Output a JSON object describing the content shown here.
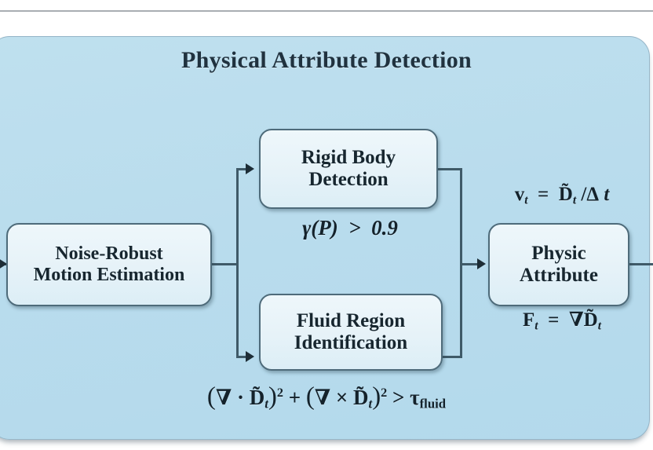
{
  "figure": {
    "title": "Physical Attribute Detection",
    "type": "flow-diagram",
    "palette": {
      "panel_background": "#b9dced",
      "box_fill": "#e9f3f9",
      "box_border": "#4e6b7a",
      "connector": "#3f5a68",
      "text": "#17262f"
    }
  },
  "nodes": {
    "motion_estimation": {
      "line1": "Noise-Robust",
      "line2": "Motion Estimation"
    },
    "rigid_body": {
      "line1": "Rigid Body",
      "line2": "Detection"
    },
    "fluid_region": {
      "line1": "Fluid Region",
      "line2": "Identification"
    },
    "physic_attribute": {
      "line1": "Physic",
      "line2": "Attribute"
    }
  },
  "formulas": {
    "rigid_threshold": {
      "label": "γ(P)  >  0.9",
      "gamma": "γ",
      "arg": "(P)",
      "relation": ">",
      "value": "0.9"
    },
    "velocity": {
      "label": "v_t  =  D̃_t / Δt",
      "lhs_sym": "v",
      "lhs_sub": "t",
      "relation": "=",
      "rhs_sym": "D̃",
      "rhs_sub": "t",
      "divider": "/",
      "delta": "Δ",
      "dt": "t"
    },
    "force": {
      "label": "F_t  =  ∇D̃_t",
      "lhs_sym": "F",
      "lhs_sub": "t",
      "relation": "=",
      "nabla": "∇",
      "rhs_sym": "D̃",
      "rhs_sub": "t"
    },
    "fluid_threshold": {
      "label": "(∇ · D̃_t)² + (∇ × D̃_t)² > τ_fluid",
      "open1": "(",
      "nabla": "∇",
      "dot": "·",
      "sym": "D̃",
      "sub": "t",
      "close1": ")",
      "exp": "2",
      "plus": "+",
      "cross": "×",
      "relation": ">",
      "tau": "τ",
      "tau_sub": "fluid"
    }
  },
  "edges": {
    "input_arrow": "incoming-arrow-to-motion-estimation",
    "split": "motion-estimation-splits-to-rigid-and-fluid",
    "merge": "rigid-and-fluid-merge-to-physic-attribute",
    "output": "physic-attribute-output"
  }
}
